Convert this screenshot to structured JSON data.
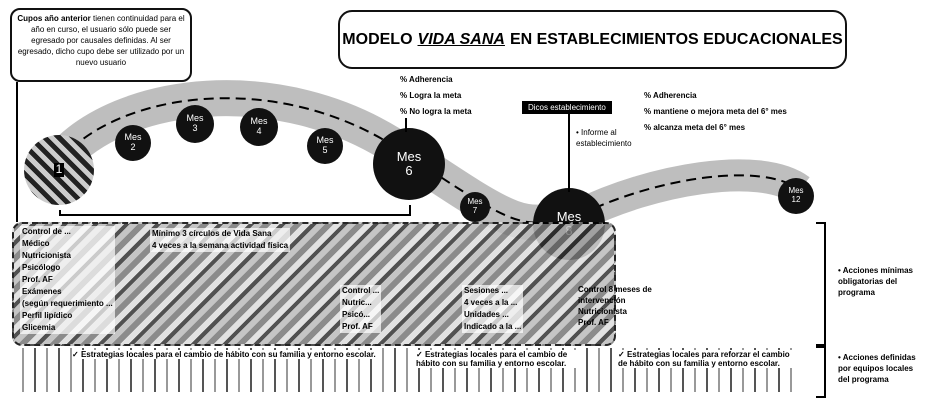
{
  "title": {
    "pre": "MODELO",
    "underlined": "VIDA SANA",
    "post": "EN ESTABLECIMIENTOS EDUCACIONALES"
  },
  "note": {
    "bold": "Cupos año anterior",
    "text": "tienen continuidad para el año en curso, el usuario sólo puede ser egresado por causales definidas. Al ser egresado, dicho cupo debe ser utilizado por un nuevo usuario"
  },
  "months": {
    "m1": "1",
    "m2": {
      "label": "Mes",
      "num": "2"
    },
    "m3": {
      "label": "Mes",
      "num": "3"
    },
    "m4": {
      "label": "Mes",
      "num": "4"
    },
    "m5": {
      "label": "Mes",
      "num": "5"
    },
    "m6": {
      "label": "Mes",
      "num": "6"
    },
    "m7": {
      "label": "Mes",
      "num": "7"
    },
    "m8": {
      "label": "Mes",
      "num": "8"
    },
    "m12": {
      "label": "Mes",
      "num": "12"
    }
  },
  "stats6": [
    "% Adherencia",
    "% Logra la meta",
    "% No logra la meta"
  ],
  "stats8": [
    "% Adherencia",
    "% mantiene o mejora meta del 6° mes",
    "% alcanza meta del 6° mes"
  ],
  "bar_label": "Dicos establecimiento",
  "informe": "Informe al establecimiento",
  "band": {
    "col1": [
      "Control de ...",
      "Médico",
      "Nutricionista",
      "Psicólogo",
      "Prof. AF",
      "Exámenes",
      "(según requerimiento ...",
      "Perfil lipídico",
      "Glicemia"
    ],
    "col2": [
      "Mínimo 3 círculos de Vida Sana",
      "4 veces a la semana actividad física"
    ],
    "col3": [
      "Control ...",
      "Nutric...",
      "Psicó...",
      "Prof. AF"
    ],
    "col4": [
      "Sesiones ...",
      "4 veces a la ...",
      "Unidades ...",
      "Indicado a la ..."
    ],
    "col5": [
      "Control 8 meses de intervención",
      "Nutricionista",
      "Prof. AF"
    ]
  },
  "right_top": "Acciones mínimas obligatorias del programa",
  "bottom": [
    "Estrategias locales para el cambio de hábito con su familia y entorno escolar.",
    "Estrategias locales para el cambio de hábito con su familia y entorno escolar.",
    "Estrategias locales para reforzar el cambio de hábito con su familia y entorno escolar."
  ],
  "right_bottom": "Acciones definidas por equipos locales del programa"
}
